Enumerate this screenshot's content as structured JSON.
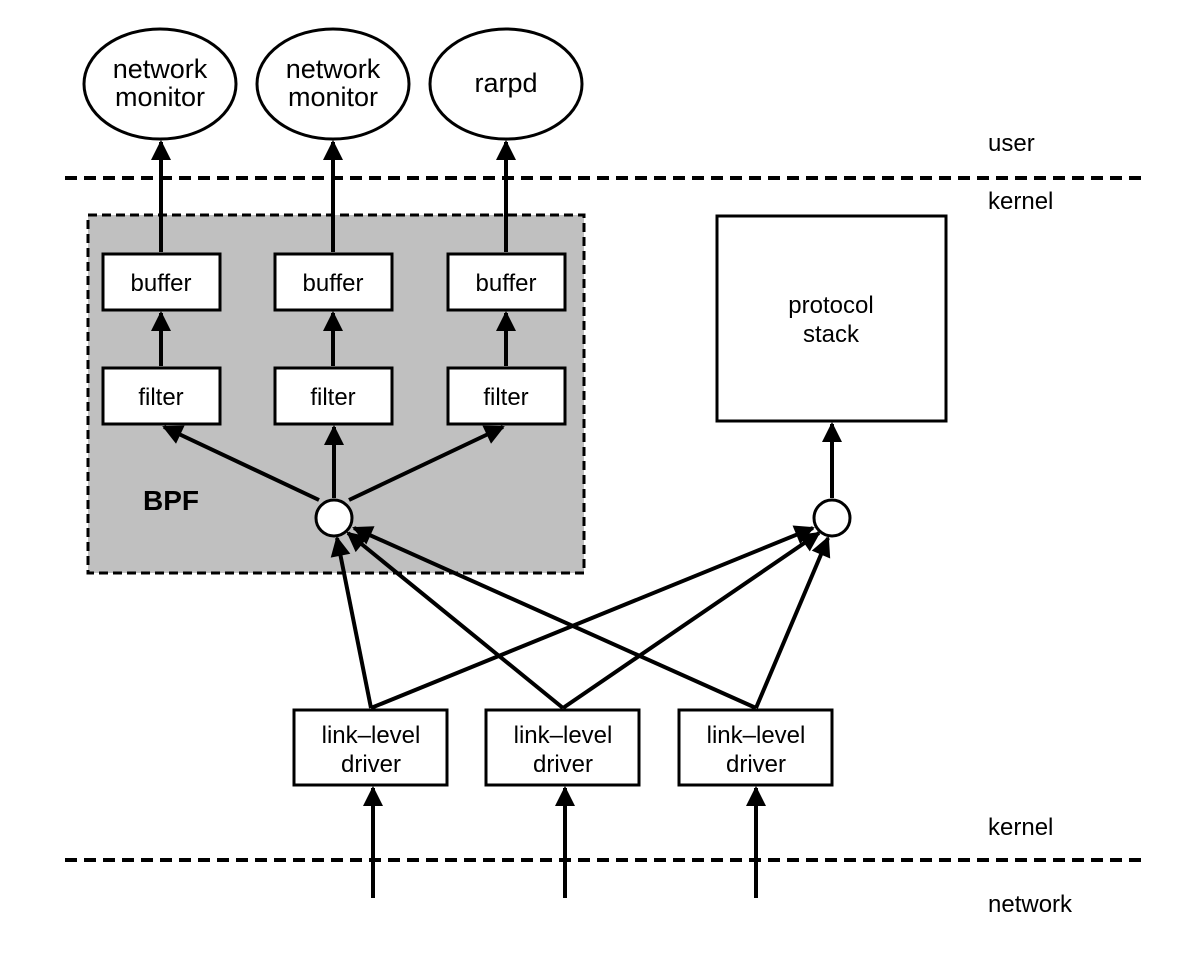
{
  "layers": {
    "user": "user",
    "kernel_top": "kernel",
    "kernel_bottom": "kernel",
    "network": "network"
  },
  "user_processes": [
    {
      "line1": "network",
      "line2": "monitor"
    },
    {
      "line1": "network",
      "line2": "monitor"
    },
    {
      "line1": "rarpd",
      "line2": ""
    }
  ],
  "bpf": {
    "label": "BPF",
    "buffers": [
      "buffer",
      "buffer",
      "buffer"
    ],
    "filters": [
      "filter",
      "filter",
      "filter"
    ]
  },
  "protocol_stack": {
    "line1": "protocol",
    "line2": "stack"
  },
  "drivers": [
    {
      "line1": "link–level",
      "line2": "driver"
    },
    {
      "line1": "link–level",
      "line2": "driver"
    },
    {
      "line1": "link–level",
      "line2": "driver"
    }
  ],
  "colors": {
    "bpf_fill": "#c0c0c0",
    "stroke": "#000000",
    "background": "#ffffff"
  }
}
